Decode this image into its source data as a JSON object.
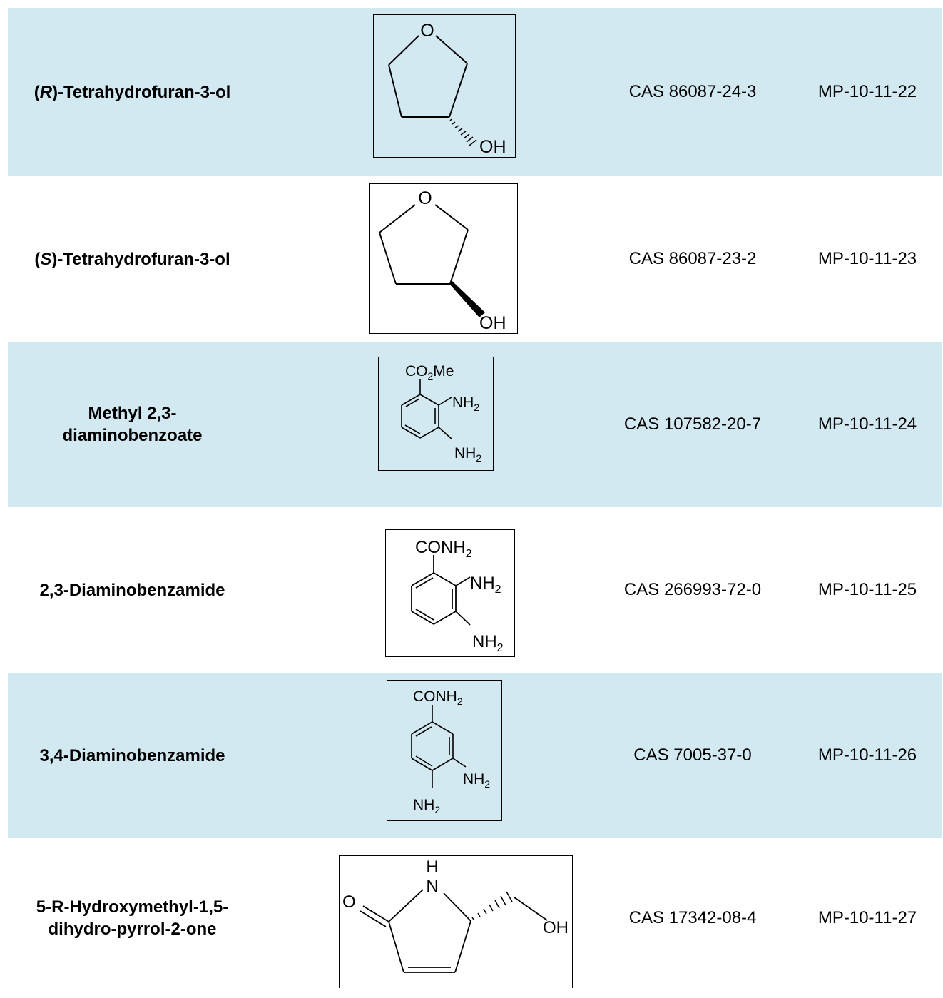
{
  "rows": [
    {
      "name_prefix": "(",
      "name_italic": "R",
      "name_suffix": ")-Tetrahydrofuran-3-ol",
      "cas": "CAS 86087-24-3",
      "mp": "MP-10-11-22",
      "structure": {
        "atoms": [
          "O",
          "OH"
        ]
      }
    },
    {
      "name_prefix": "(",
      "name_italic": "S",
      "name_suffix": ")-Tetrahydrofuran-3-ol",
      "cas": "CAS 86087-23-2",
      "mp": "MP-10-11-23",
      "structure": {
        "atoms": [
          "O",
          "OH"
        ]
      }
    },
    {
      "name_line1": "Methyl 2,3-",
      "name_line2": "diaminobenzoate",
      "cas": "CAS 107582-20-7",
      "mp": "MP-10-11-24",
      "structure": {
        "atoms": [
          "CO",
          "2",
          "Me",
          "NH",
          "2",
          "NH",
          "2"
        ]
      }
    },
    {
      "name": "2,3-Diaminobenzamide",
      "cas": "CAS 266993-72-0",
      "mp": "MP-10-11-25",
      "structure": {
        "atoms": [
          "CONH",
          "2",
          "NH",
          "2",
          "NH",
          "2"
        ]
      }
    },
    {
      "name": "3,4-Diaminobenzamide",
      "cas": "CAS 7005-37-0",
      "mp": "MP-10-11-26",
      "structure": {
        "atoms": [
          "CONH",
          "2",
          "NH",
          "2",
          "NH",
          "2"
        ]
      }
    },
    {
      "name_line1": "5-R-Hydroxymethyl-1,5-",
      "name_line2": "dihydro-pyrrol-2-one",
      "cas": "CAS 17342-08-4",
      "mp": "MP-10-11-27",
      "structure": {
        "atoms": [
          "H",
          "N",
          "O",
          "OH"
        ]
      }
    }
  ],
  "colors": {
    "row_shade": "#d3e9f1",
    "text": "#000000",
    "background": "#ffffff"
  }
}
